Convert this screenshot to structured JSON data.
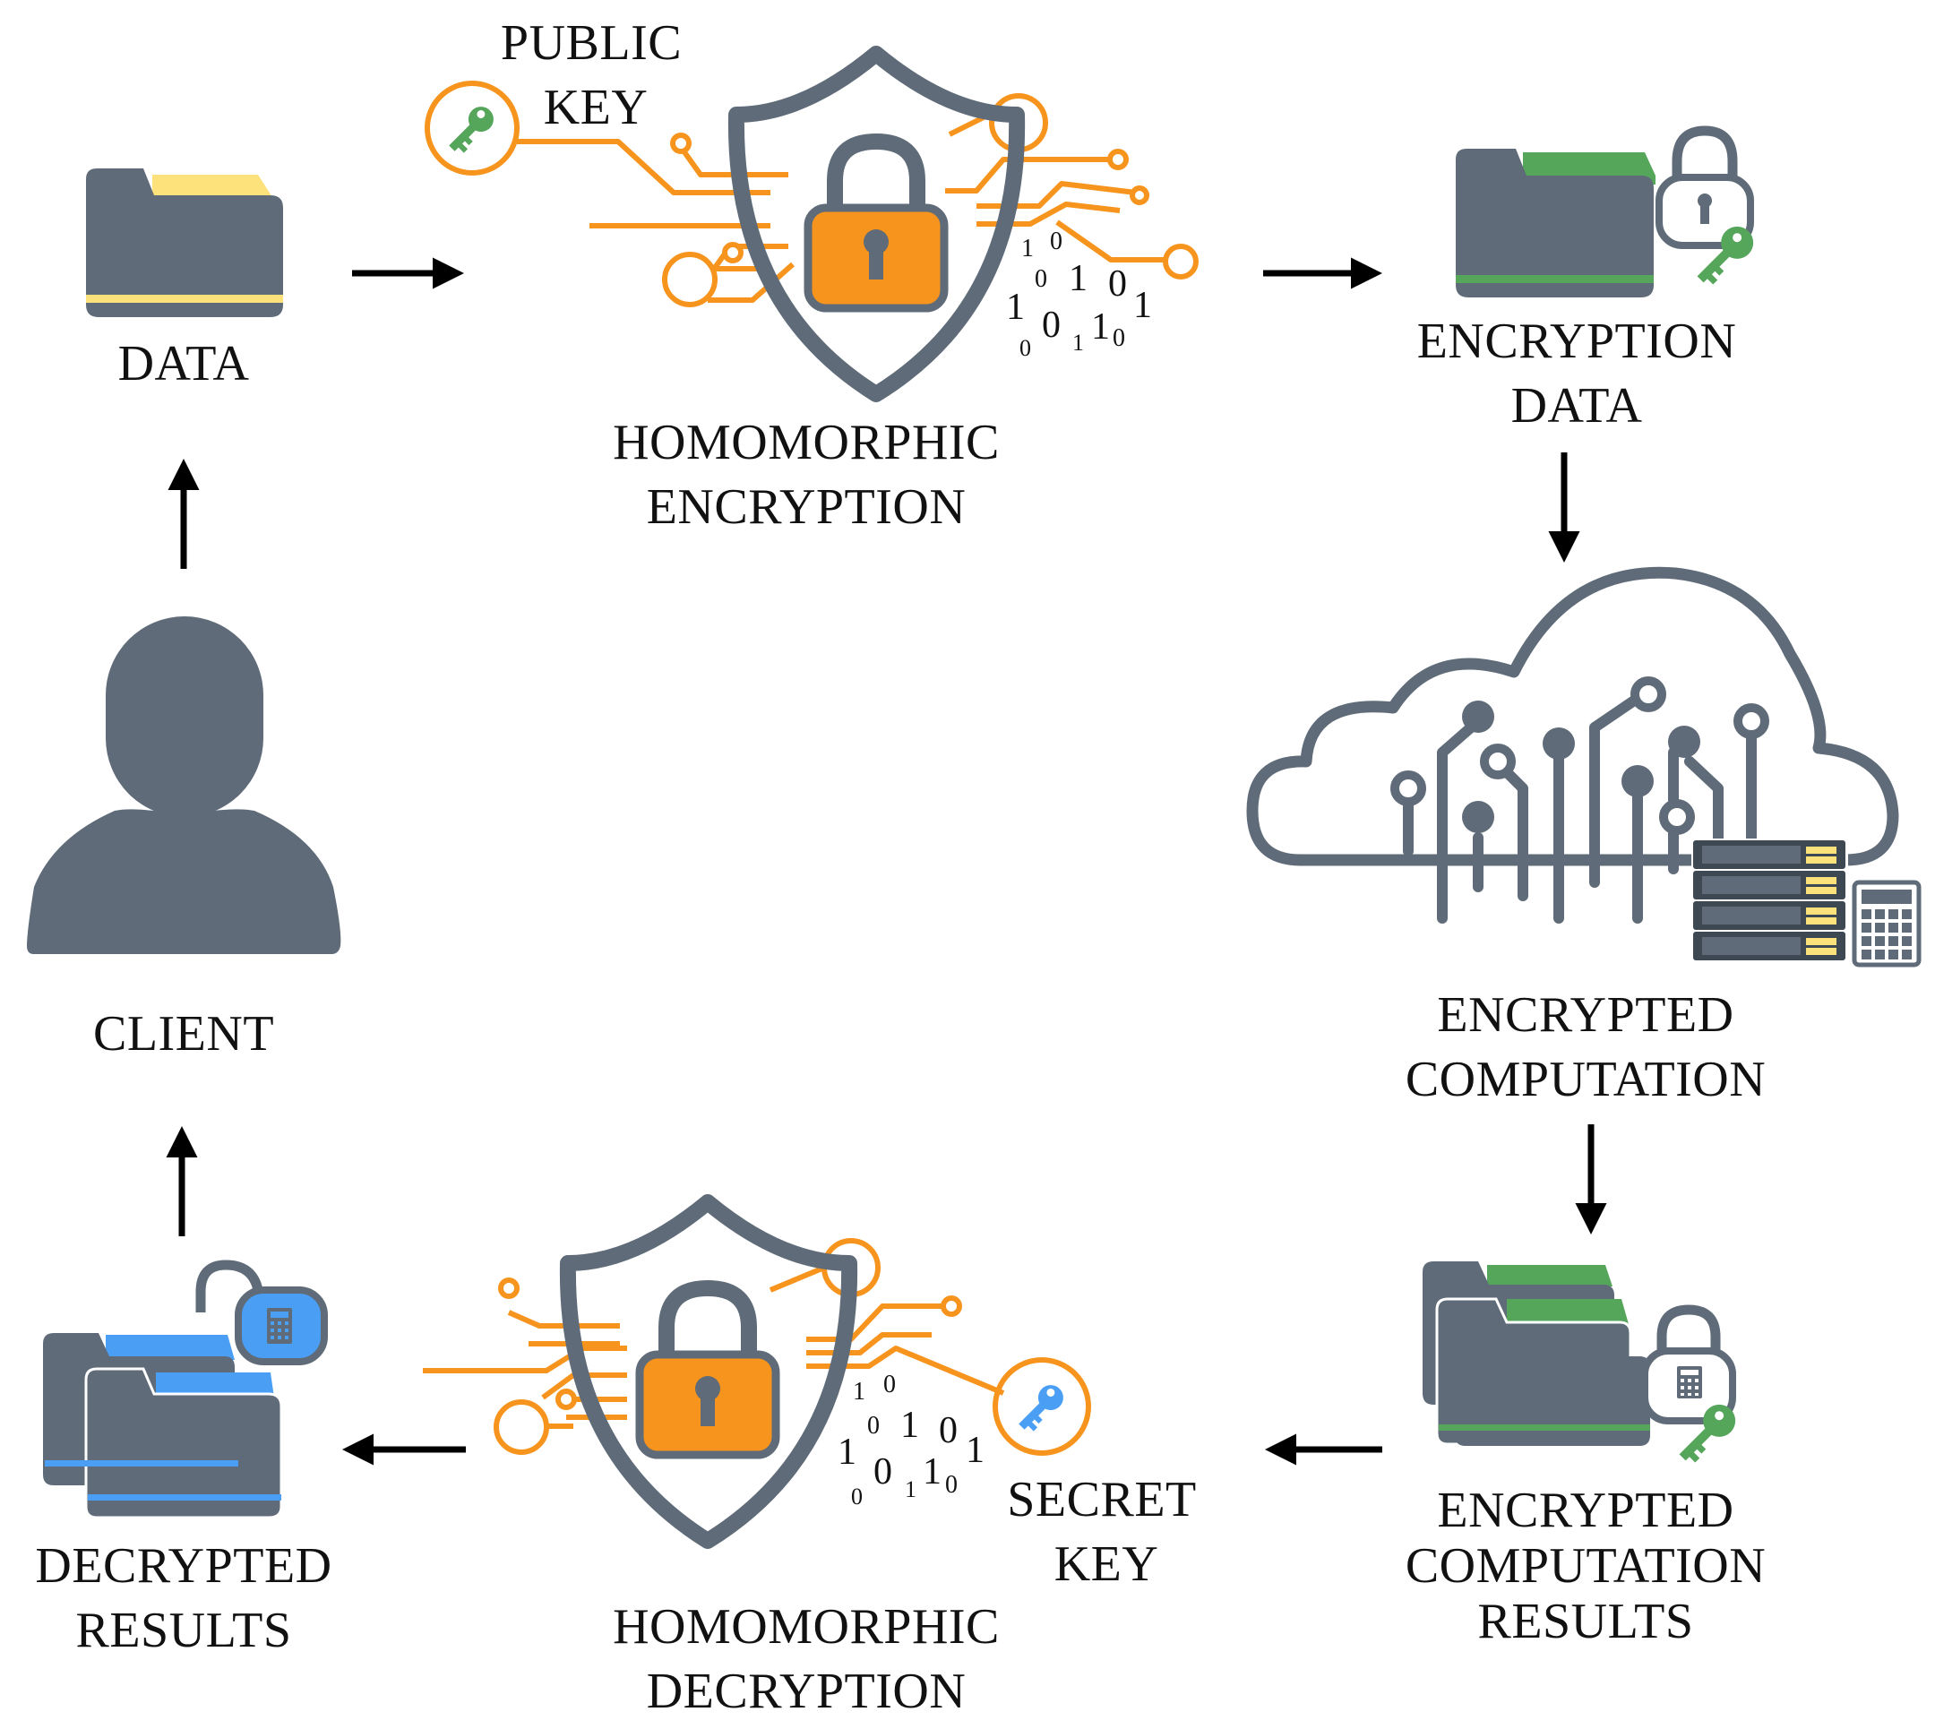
{
  "labels": {
    "data": "DATA",
    "public_key": [
      "PUBLIC",
      "KEY"
    ],
    "homomorphic_encryption": [
      "HOMOMORPHIC",
      "ENCRYPTION"
    ],
    "encryption_data": [
      "ENCRYPTION",
      "DATA"
    ],
    "encrypted_computation": [
      "ENCRYPTED",
      "COMPUTATION"
    ],
    "encrypted_computation_results": [
      "ENCRYPTED",
      "COMPUTATION",
      "RESULTS"
    ],
    "secret_key": [
      "SECRET",
      "KEY"
    ],
    "homomorphic_decryption": [
      "HOMOMORPHIC",
      "DECRYPTION"
    ],
    "decrypted_results": [
      "DECRYPTED",
      "RESULTS"
    ],
    "client": "CLIENT"
  },
  "binary_digits": [
    "1",
    "0",
    "0",
    "1",
    "0",
    "1",
    "1",
    "0",
    "1",
    "1",
    "0",
    "1",
    "0",
    "0",
    "1",
    "1",
    "0"
  ],
  "colors": {
    "slate": "#5f6b78",
    "orange": "#f7941d",
    "yellow": "#fde17a",
    "green": "#55a55a",
    "blue": "#4a9ff5",
    "text": "#111111",
    "arrow": "#000000"
  },
  "icons": {
    "data_folder": "folder-icon",
    "public_key": "key-icon",
    "encryption_shield": "shield-lock-icon",
    "encrypted_folder": "locked-folder-icon",
    "cloud": "cloud-circuit-icon",
    "server": "server-rack-icon",
    "calculator": "calculator-icon",
    "secret_key": "key-icon",
    "client": "user-icon"
  }
}
